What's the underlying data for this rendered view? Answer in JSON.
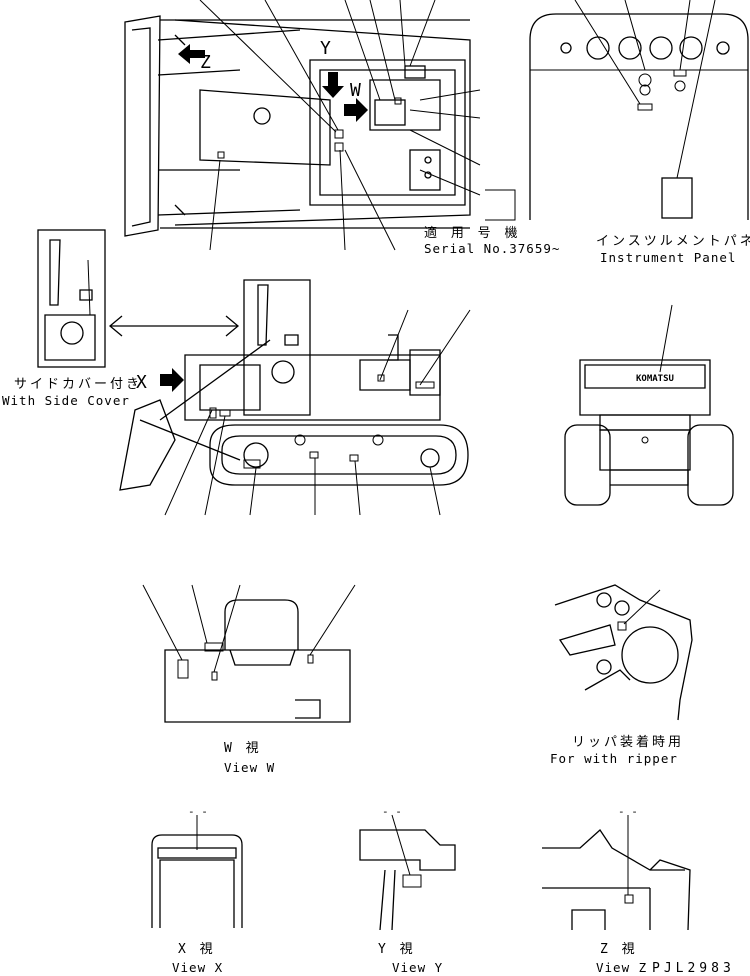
{
  "view_letters": {
    "z": "Z",
    "y": "Y",
    "w": "W",
    "x": "X"
  },
  "serial": {
    "jp": "適 用 号 機",
    "en": "Serial No.37659~"
  },
  "instrument_panel": {
    "jp": "インスツルメントパネル",
    "en": "Instrument Panel"
  },
  "side_cover": {
    "jp": "サイドカバー付き",
    "en": "With Side Cover"
  },
  "rear_logo": "KOMATSU",
  "views": {
    "w": {
      "jp": "W  視",
      "en": "View W"
    },
    "x": {
      "jp": "X  視",
      "en": "View X"
    },
    "y": {
      "jp": "Y  視",
      "en": "View Y"
    },
    "z": {
      "jp": "Z  視",
      "en": "View Z"
    }
  },
  "ripper": {
    "jp": "リッパ装着時用",
    "en": "For with ripper"
  },
  "view_marks": {
    "x": "- -",
    "y": "- -",
    "z": "- -"
  },
  "drawing_code": "PJL2983",
  "icons": [
    "view-arrow-icon",
    "double-arrow-icon"
  ]
}
